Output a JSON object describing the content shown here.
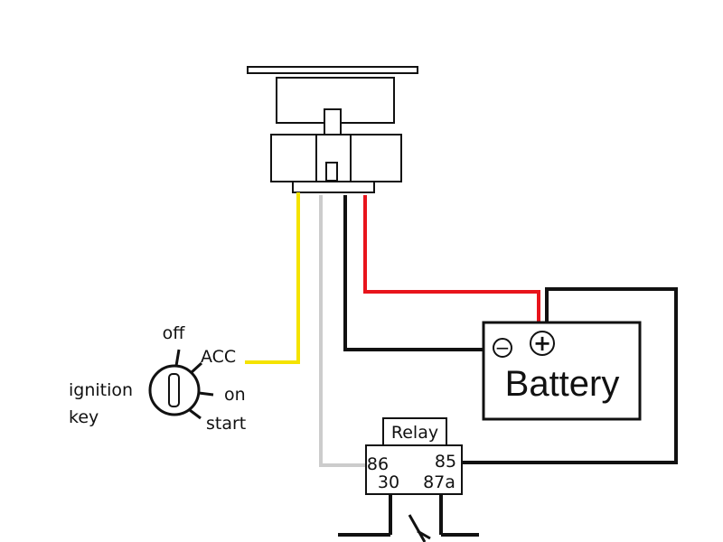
{
  "switch_labels": {
    "off": "off",
    "acc": "ACC",
    "on": "on",
    "start": "start",
    "name_line1": "ignition",
    "name_line2": "key"
  },
  "battery": {
    "label": "Battery",
    "minus": "−",
    "plus": "+"
  },
  "relay": {
    "title": "Relay",
    "pin_86": "86",
    "pin_85": "85",
    "pin_30": "30",
    "pin_87a": "87a"
  },
  "colors": {
    "yellow_wire": "#f5e300",
    "red_wire": "#e8141c",
    "gray_wire": "#cccccc",
    "black_wire": "#111111"
  }
}
